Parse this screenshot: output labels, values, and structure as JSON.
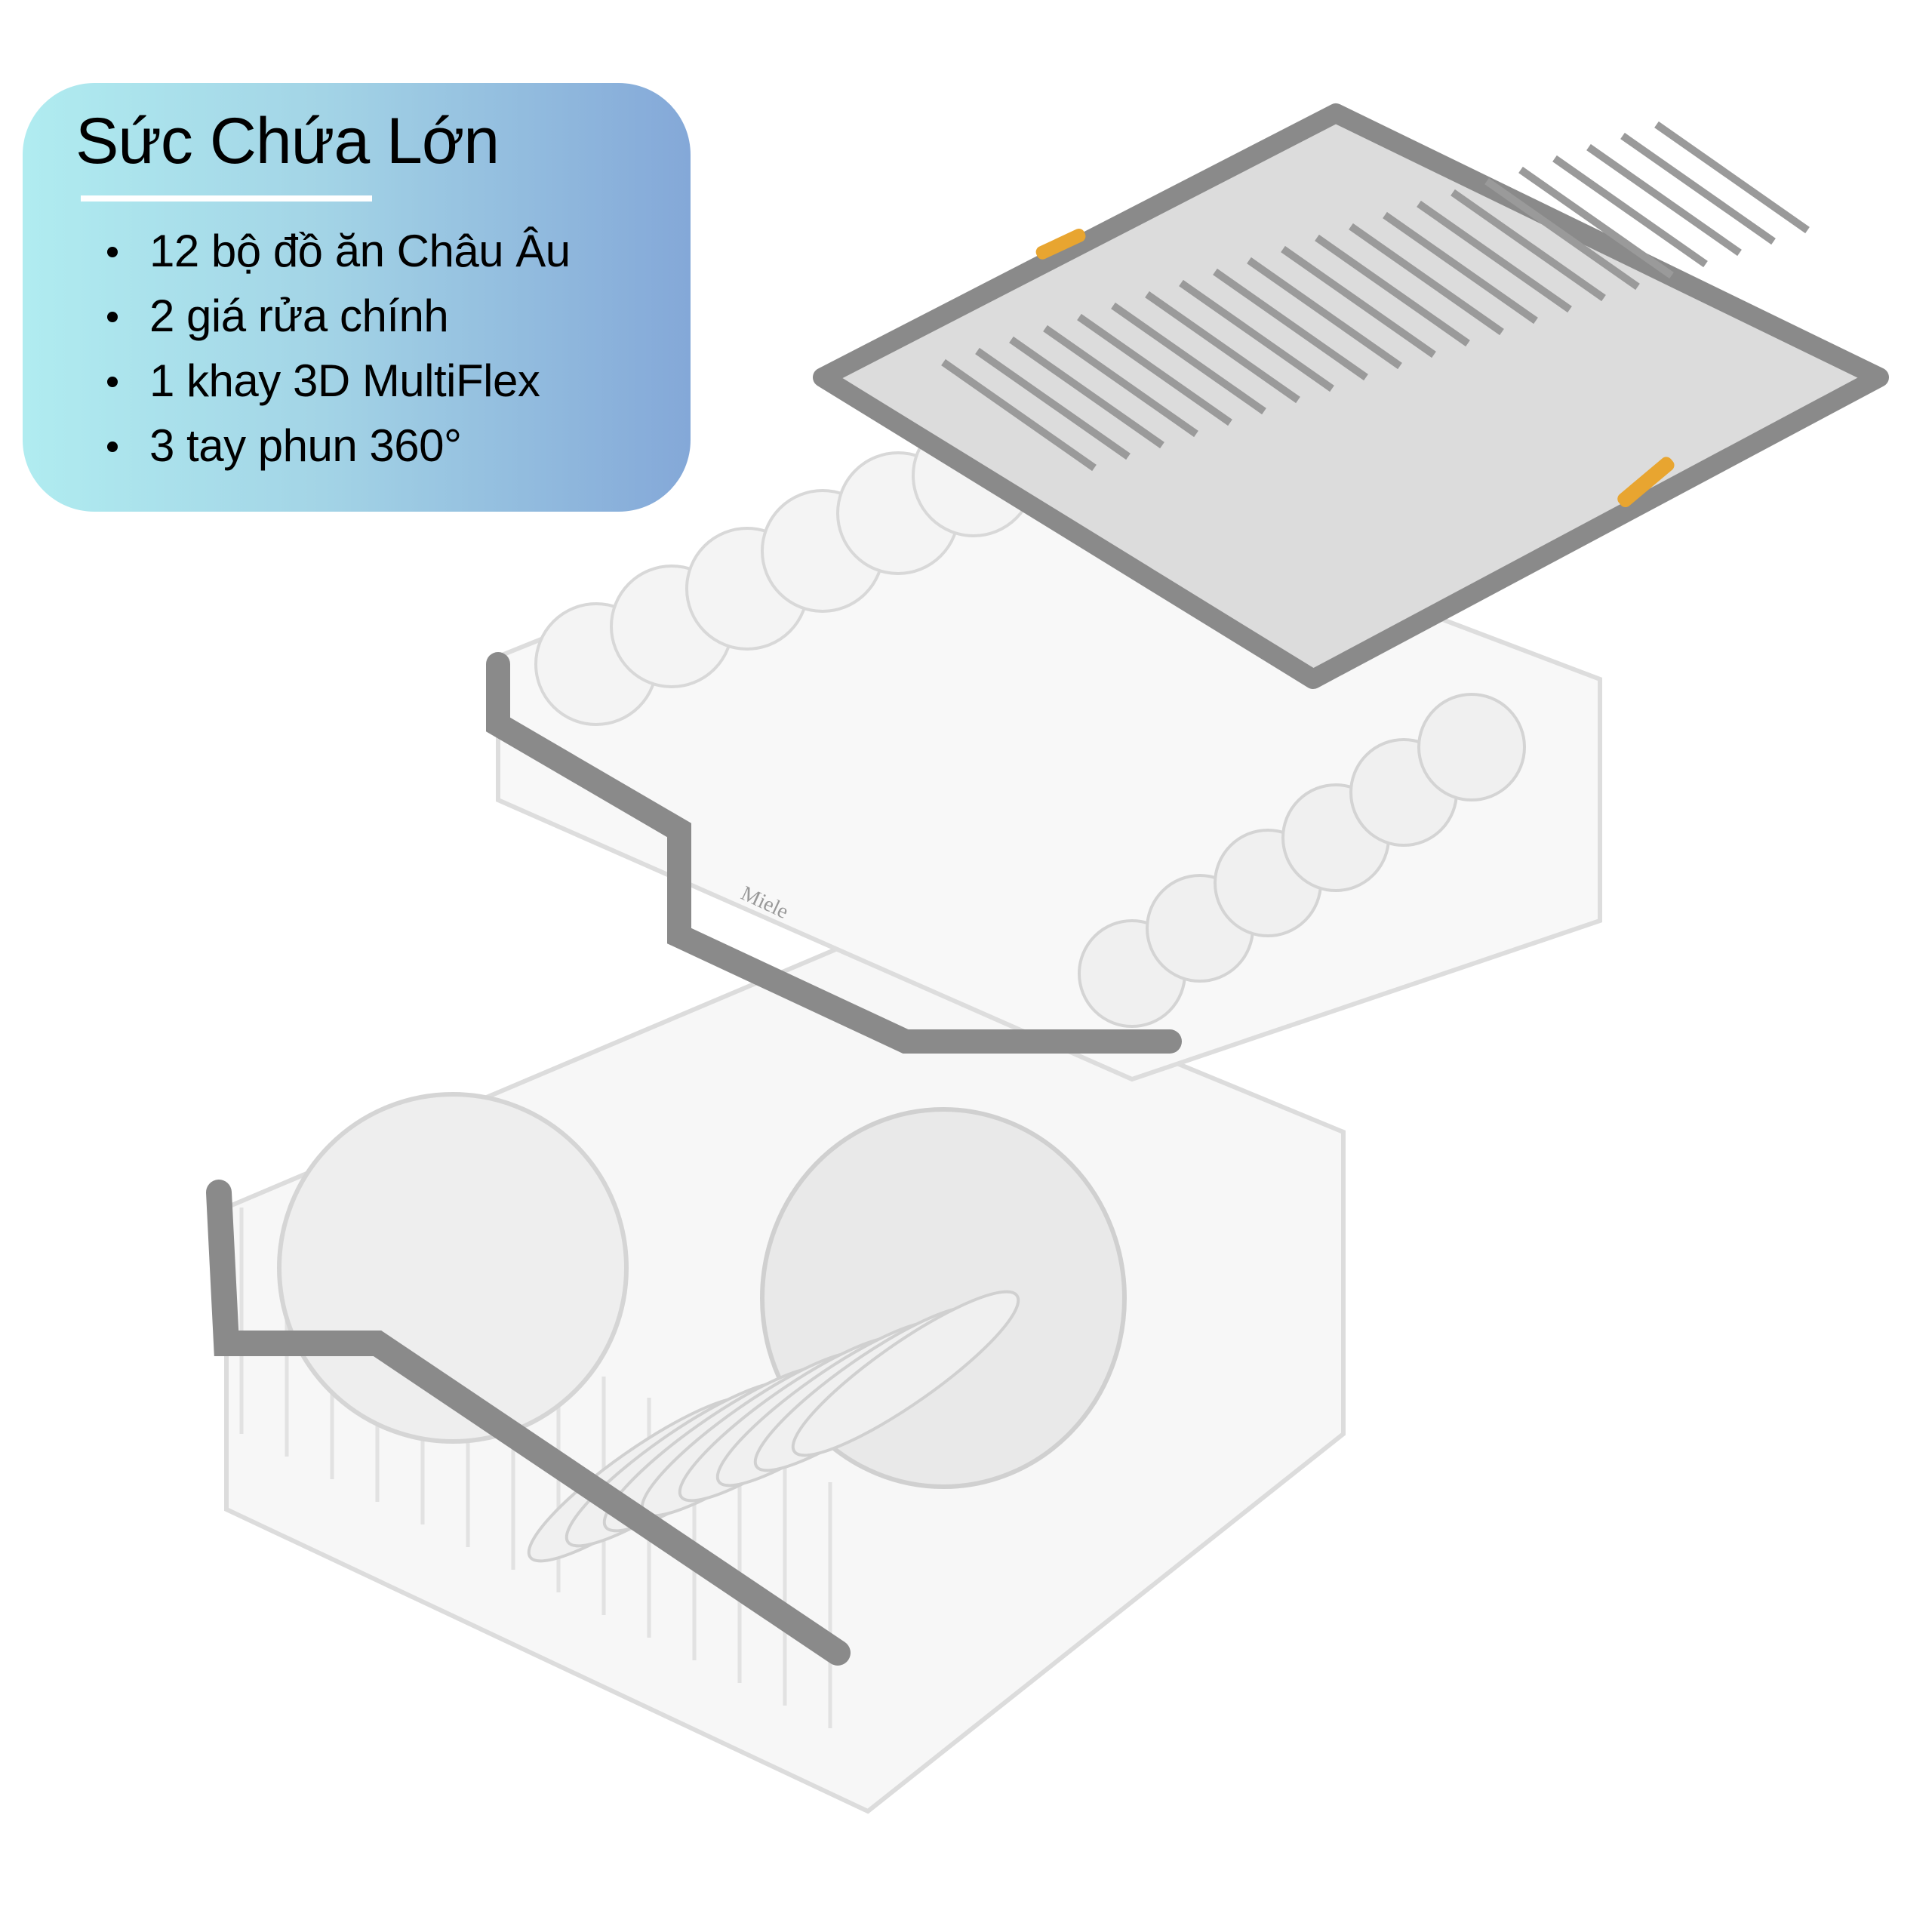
{
  "info": {
    "title": "Sức Chứa Lớn",
    "features": [
      "12 bộ đồ ăn Châu Âu",
      "2 giá rửa chính",
      "1 khay 3D MultiFlex",
      "3 tay phun 360°"
    ]
  },
  "product": {
    "brand_mark": "Miele"
  },
  "colors": {
    "rack_gray": "#8a8a8a",
    "wire": "#e6e6e6",
    "accent_orange": "#e8a530",
    "dish": "#f2f2f2"
  }
}
